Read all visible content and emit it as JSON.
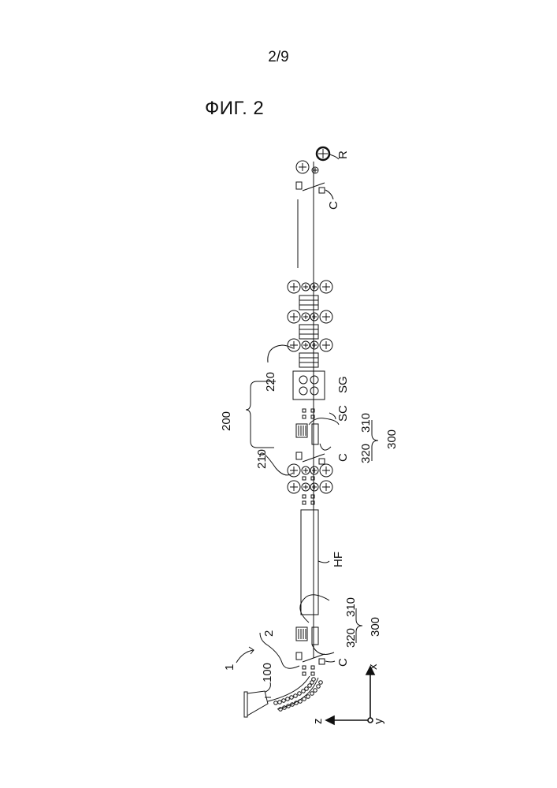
{
  "page": {
    "sheet_number": "2/9",
    "figure_title": "ФИГ. 2"
  },
  "labels": {
    "r": "R",
    "c_top": "C",
    "n220": "220",
    "n200": "200",
    "n210": "210",
    "sg": "SG",
    "sc": "SC",
    "n320a": "320",
    "n310a": "310",
    "n300a": "300",
    "c_mid": "C",
    "hf": "HF",
    "n320b": "320",
    "n310b": "310",
    "n300b": "300",
    "n2": "2",
    "n1": "1",
    "n100": "100",
    "c_low": "C",
    "axis_x": "x",
    "axis_z": "z",
    "axis_y": "y"
  }
}
